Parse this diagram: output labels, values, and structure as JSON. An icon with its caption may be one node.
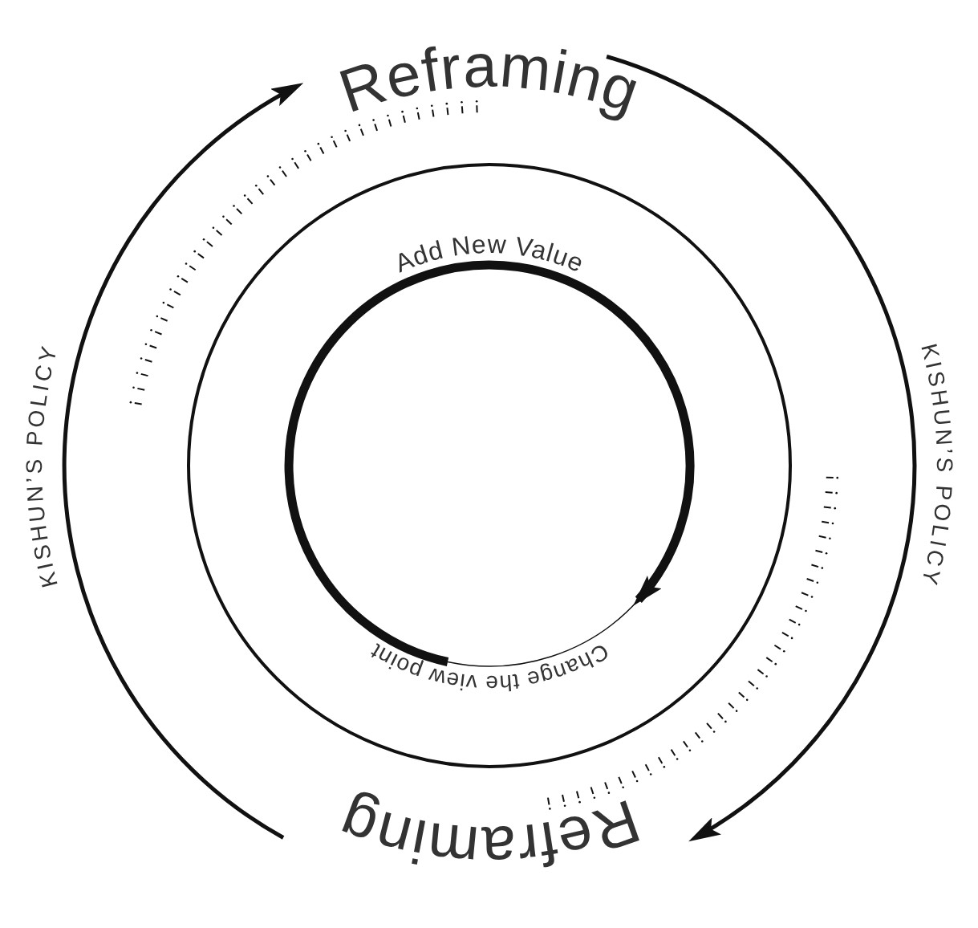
{
  "diagram": {
    "labels": [
      "Reframing",
      "KISHUN’S POLICY",
      "Add New Value",
      "KISHUN’S POLICY",
      "Change the view point",
      "Reframing"
    ]
  }
}
